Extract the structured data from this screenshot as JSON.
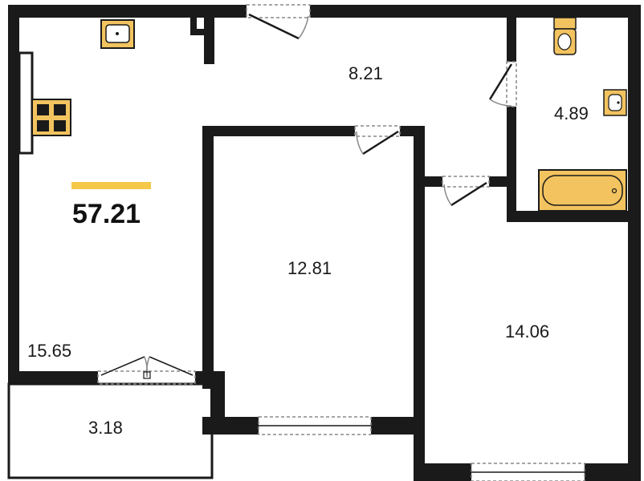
{
  "plan": {
    "total_area": "57.21",
    "rooms": [
      {
        "id": "living-kitchen",
        "area": "15.65"
      },
      {
        "id": "hallway",
        "area": "8.21"
      },
      {
        "id": "bathroom",
        "area": "4.89"
      },
      {
        "id": "bedroom-middle",
        "area": "12.81"
      },
      {
        "id": "bedroom-right",
        "area": "14.06"
      },
      {
        "id": "balcony",
        "area": "3.18"
      }
    ]
  },
  "colors": {
    "wall": "#1a1a1a",
    "fixture_fill": "#f2c35f",
    "accent_bar": "#f5c84a",
    "door_line": "#888888"
  }
}
